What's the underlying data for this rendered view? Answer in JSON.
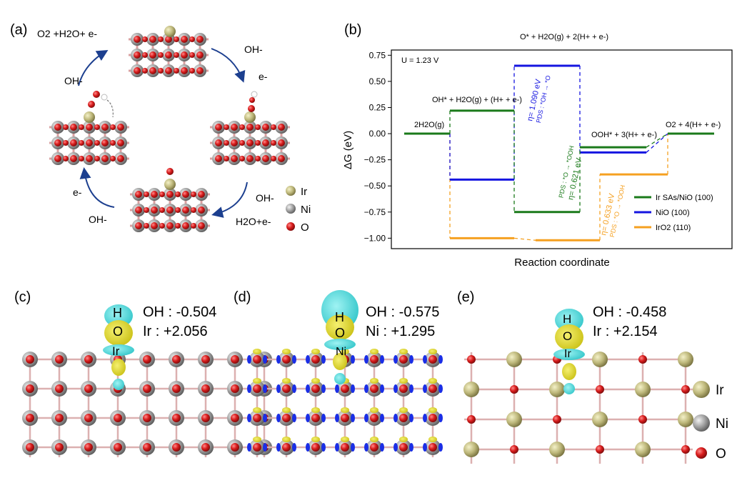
{
  "panel_labels": {
    "a": "(a)",
    "b": "(b)",
    "c": "(c)",
    "d": "(d)",
    "e": "(e)"
  },
  "panel_a": {
    "text_top_left": "O2 +H2O+ e-",
    "text_oh_left": "OH-",
    "text_oh_top_right": "OH-",
    "text_e_right": "e-",
    "text_e_left": "e-",
    "text_oh_bottom_left": "OH-",
    "text_oh_bottom_right": "OH-",
    "text_h2o_e": "H2O+e-",
    "legend": [
      {
        "label": "Ir",
        "color": "#c9c48a"
      },
      {
        "label": "Ni",
        "color": "#a8a8a8"
      },
      {
        "label": "O",
        "color": "#d42020"
      }
    ]
  },
  "chart_data": {
    "type": "line",
    "title": "",
    "xlabel": "Reaction coordinate",
    "ylabel": "ΔG (eV)",
    "ylim": [
      -1.1,
      0.8
    ],
    "yticks": [
      "0.75",
      "0.50",
      "0.25",
      "0.00",
      "−0.25",
      "−0.50",
      "−0.75",
      "−1.00"
    ],
    "potential_label": "U = 1.23 V",
    "steps": [
      "2H2O(g)",
      "OH* + H2O(g) + (H+ + e-)",
      "O* + H2O(g) + 2(H+ + e-)",
      "OOH* + 3(H+ + e-)",
      "O2 + 4(H+ + e-)"
    ],
    "series": [
      {
        "name": "Ir SAs/NiO (100)",
        "color": "#1a7a1a",
        "values": [
          0.0,
          0.22,
          -0.75,
          -0.13,
          0.0
        ]
      },
      {
        "name": "NiO (100)",
        "color": "#1515e0",
        "values": [
          0.0,
          -0.44,
          0.65,
          -0.18,
          0.0
        ]
      },
      {
        "name": "IrO2 (110)",
        "color": "#f5a020",
        "values": [
          0.0,
          -1.0,
          -1.02,
          -0.39,
          0.0
        ]
      }
    ],
    "annotations": [
      {
        "text": "η= 1.090 eV",
        "sub": "PDS : *OH → *O",
        "color": "#1515e0"
      },
      {
        "text": "η= 0.621 eV",
        "sub": "PDS : *O → *OOH",
        "color": "#1a7a1a"
      },
      {
        "text": "η= 0.633 eV",
        "sub": "PDS : *O → *OOH",
        "color": "#f5a020"
      }
    ]
  },
  "panel_c": {
    "line1": "OH : -0.504",
    "line2": "Ir : +2.056",
    "atoms": [
      "H",
      "O",
      "Ir"
    ]
  },
  "panel_d": {
    "line1": "OH : -0.575",
    "line2": "Ni : +1.295",
    "atoms": [
      "H",
      "O",
      "Ni"
    ]
  },
  "panel_e": {
    "line1": "OH : -0.458",
    "line2": "Ir : +2.154",
    "atoms": [
      "H",
      "O",
      "Ir"
    ]
  },
  "legend_bottom": [
    {
      "label": "Ir",
      "color": "#c9c48a"
    },
    {
      "label": "Ni",
      "color": "#a8a8a8"
    },
    {
      "label": "O",
      "color": "#d42020"
    }
  ]
}
